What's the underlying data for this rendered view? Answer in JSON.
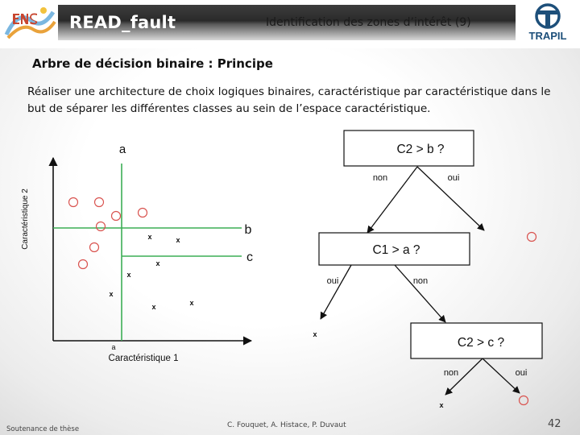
{
  "header": {
    "title": "READ_fault",
    "slide_title": "Identification des zones d’intérêt (9)",
    "logo_right_text": "TRAPIL"
  },
  "subtitle": "Arbre de décision binaire : Principe",
  "intro": "Réaliser une architecture de choix logiques binaires, caractéristique par caractéristique dans le but de séparer les différentes classes au sein de l’espace caractéristique.",
  "plot": {
    "ylabel": "Caractéristique 2",
    "xlabel": "Caractéristique 1",
    "threshold_a": "a",
    "threshold_a_bottom": "a",
    "threshold_b": "b",
    "threshold_c": "c",
    "cross_symbol": "x"
  },
  "tree": {
    "node1": "C2 > b ?",
    "node1_no": "non",
    "node1_yes": "oui",
    "node2": "C1 > a ?",
    "node2_yes": "oui",
    "node2_no": "non",
    "node3": "C2 > c ?",
    "node3_no": "non",
    "node3_yes": "oui",
    "leaf_cross": "x"
  },
  "footer": {
    "left": "Soutenance de thèse",
    "center": "C. Fouquet,  A. Histace,  P. Duvaut",
    "page": "42"
  },
  "colors": {
    "circle": "#d9534f",
    "banner_dark": "#2a2a2a",
    "ink": "#111111"
  }
}
